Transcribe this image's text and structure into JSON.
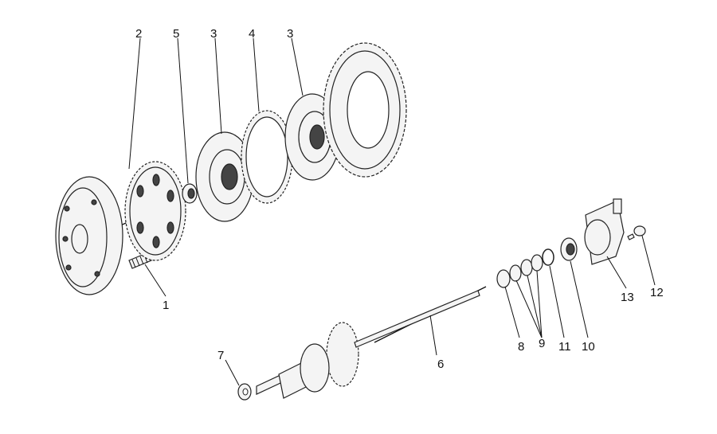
{
  "diagram": {
    "callouts": [
      "1",
      "2",
      "3",
      "4",
      "5",
      "6",
      "7",
      "8",
      "9",
      "10",
      "11",
      "12",
      "13"
    ],
    "callout_3_second": "3"
  },
  "colors": {
    "line": "#111111",
    "fill": "#f4f4f4",
    "dark": "#444444",
    "background": "#ffffff"
  }
}
